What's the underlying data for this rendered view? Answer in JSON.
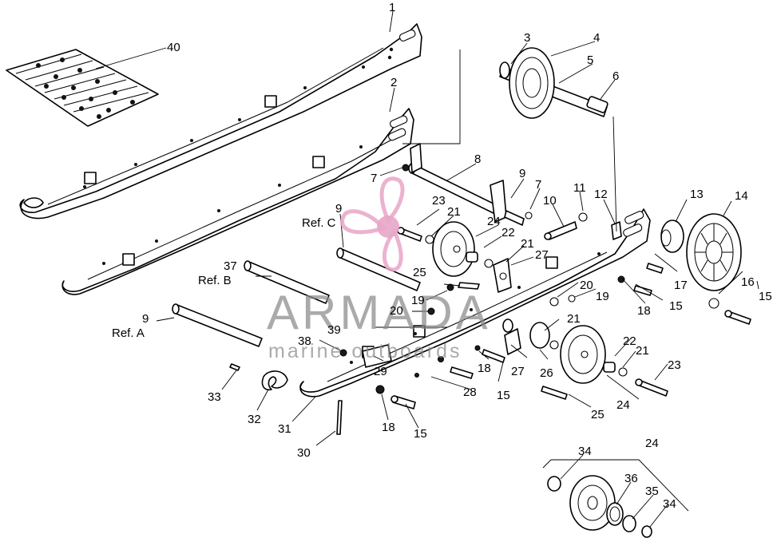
{
  "callouts": [
    {
      "text": "1"
    },
    {
      "text": "40"
    },
    {
      "text": "2"
    },
    {
      "text": "3"
    },
    {
      "text": "4"
    },
    {
      "text": "5"
    },
    {
      "text": "6"
    },
    {
      "text": "8"
    },
    {
      "text": "7"
    },
    {
      "text": "9"
    },
    {
      "text": "7"
    },
    {
      "text": "10"
    },
    {
      "text": "11"
    },
    {
      "text": "12"
    },
    {
      "text": "13"
    },
    {
      "text": "14"
    },
    {
      "text": "23"
    },
    {
      "text": "21"
    },
    {
      "text": "24"
    },
    {
      "text": "22"
    },
    {
      "text": "21"
    },
    {
      "text": "27"
    },
    {
      "text": "9"
    },
    {
      "text": "Ref. C"
    },
    {
      "text": "17"
    },
    {
      "text": "37"
    },
    {
      "text": "Ref. B"
    },
    {
      "text": "25"
    },
    {
      "text": "16"
    },
    {
      "text": "15"
    },
    {
      "text": "18"
    },
    {
      "text": "15"
    },
    {
      "text": "19"
    },
    {
      "text": "20"
    },
    {
      "text": "19"
    },
    {
      "text": "20"
    },
    {
      "text": "9"
    },
    {
      "text": "Ref. A"
    },
    {
      "text": "21"
    },
    {
      "text": "39"
    },
    {
      "text": "38"
    },
    {
      "text": "22"
    },
    {
      "text": "21"
    },
    {
      "text": "18"
    },
    {
      "text": "23"
    },
    {
      "text": "27"
    },
    {
      "text": "26"
    },
    {
      "text": "29"
    },
    {
      "text": "28"
    },
    {
      "text": "15"
    },
    {
      "text": "24"
    },
    {
      "text": "25"
    },
    {
      "text": "33"
    },
    {
      "text": "32"
    },
    {
      "text": "31"
    },
    {
      "text": "18"
    },
    {
      "text": "15"
    },
    {
      "text": "30"
    },
    {
      "text": "24"
    },
    {
      "text": "34"
    },
    {
      "text": "36"
    },
    {
      "text": "35"
    },
    {
      "text": "34"
    }
  ],
  "watermark": {
    "title": "ARMADA",
    "subtitle": "marine outboards",
    "logo_color": "#e8a6c8",
    "text_color": "#8a8a8a"
  }
}
